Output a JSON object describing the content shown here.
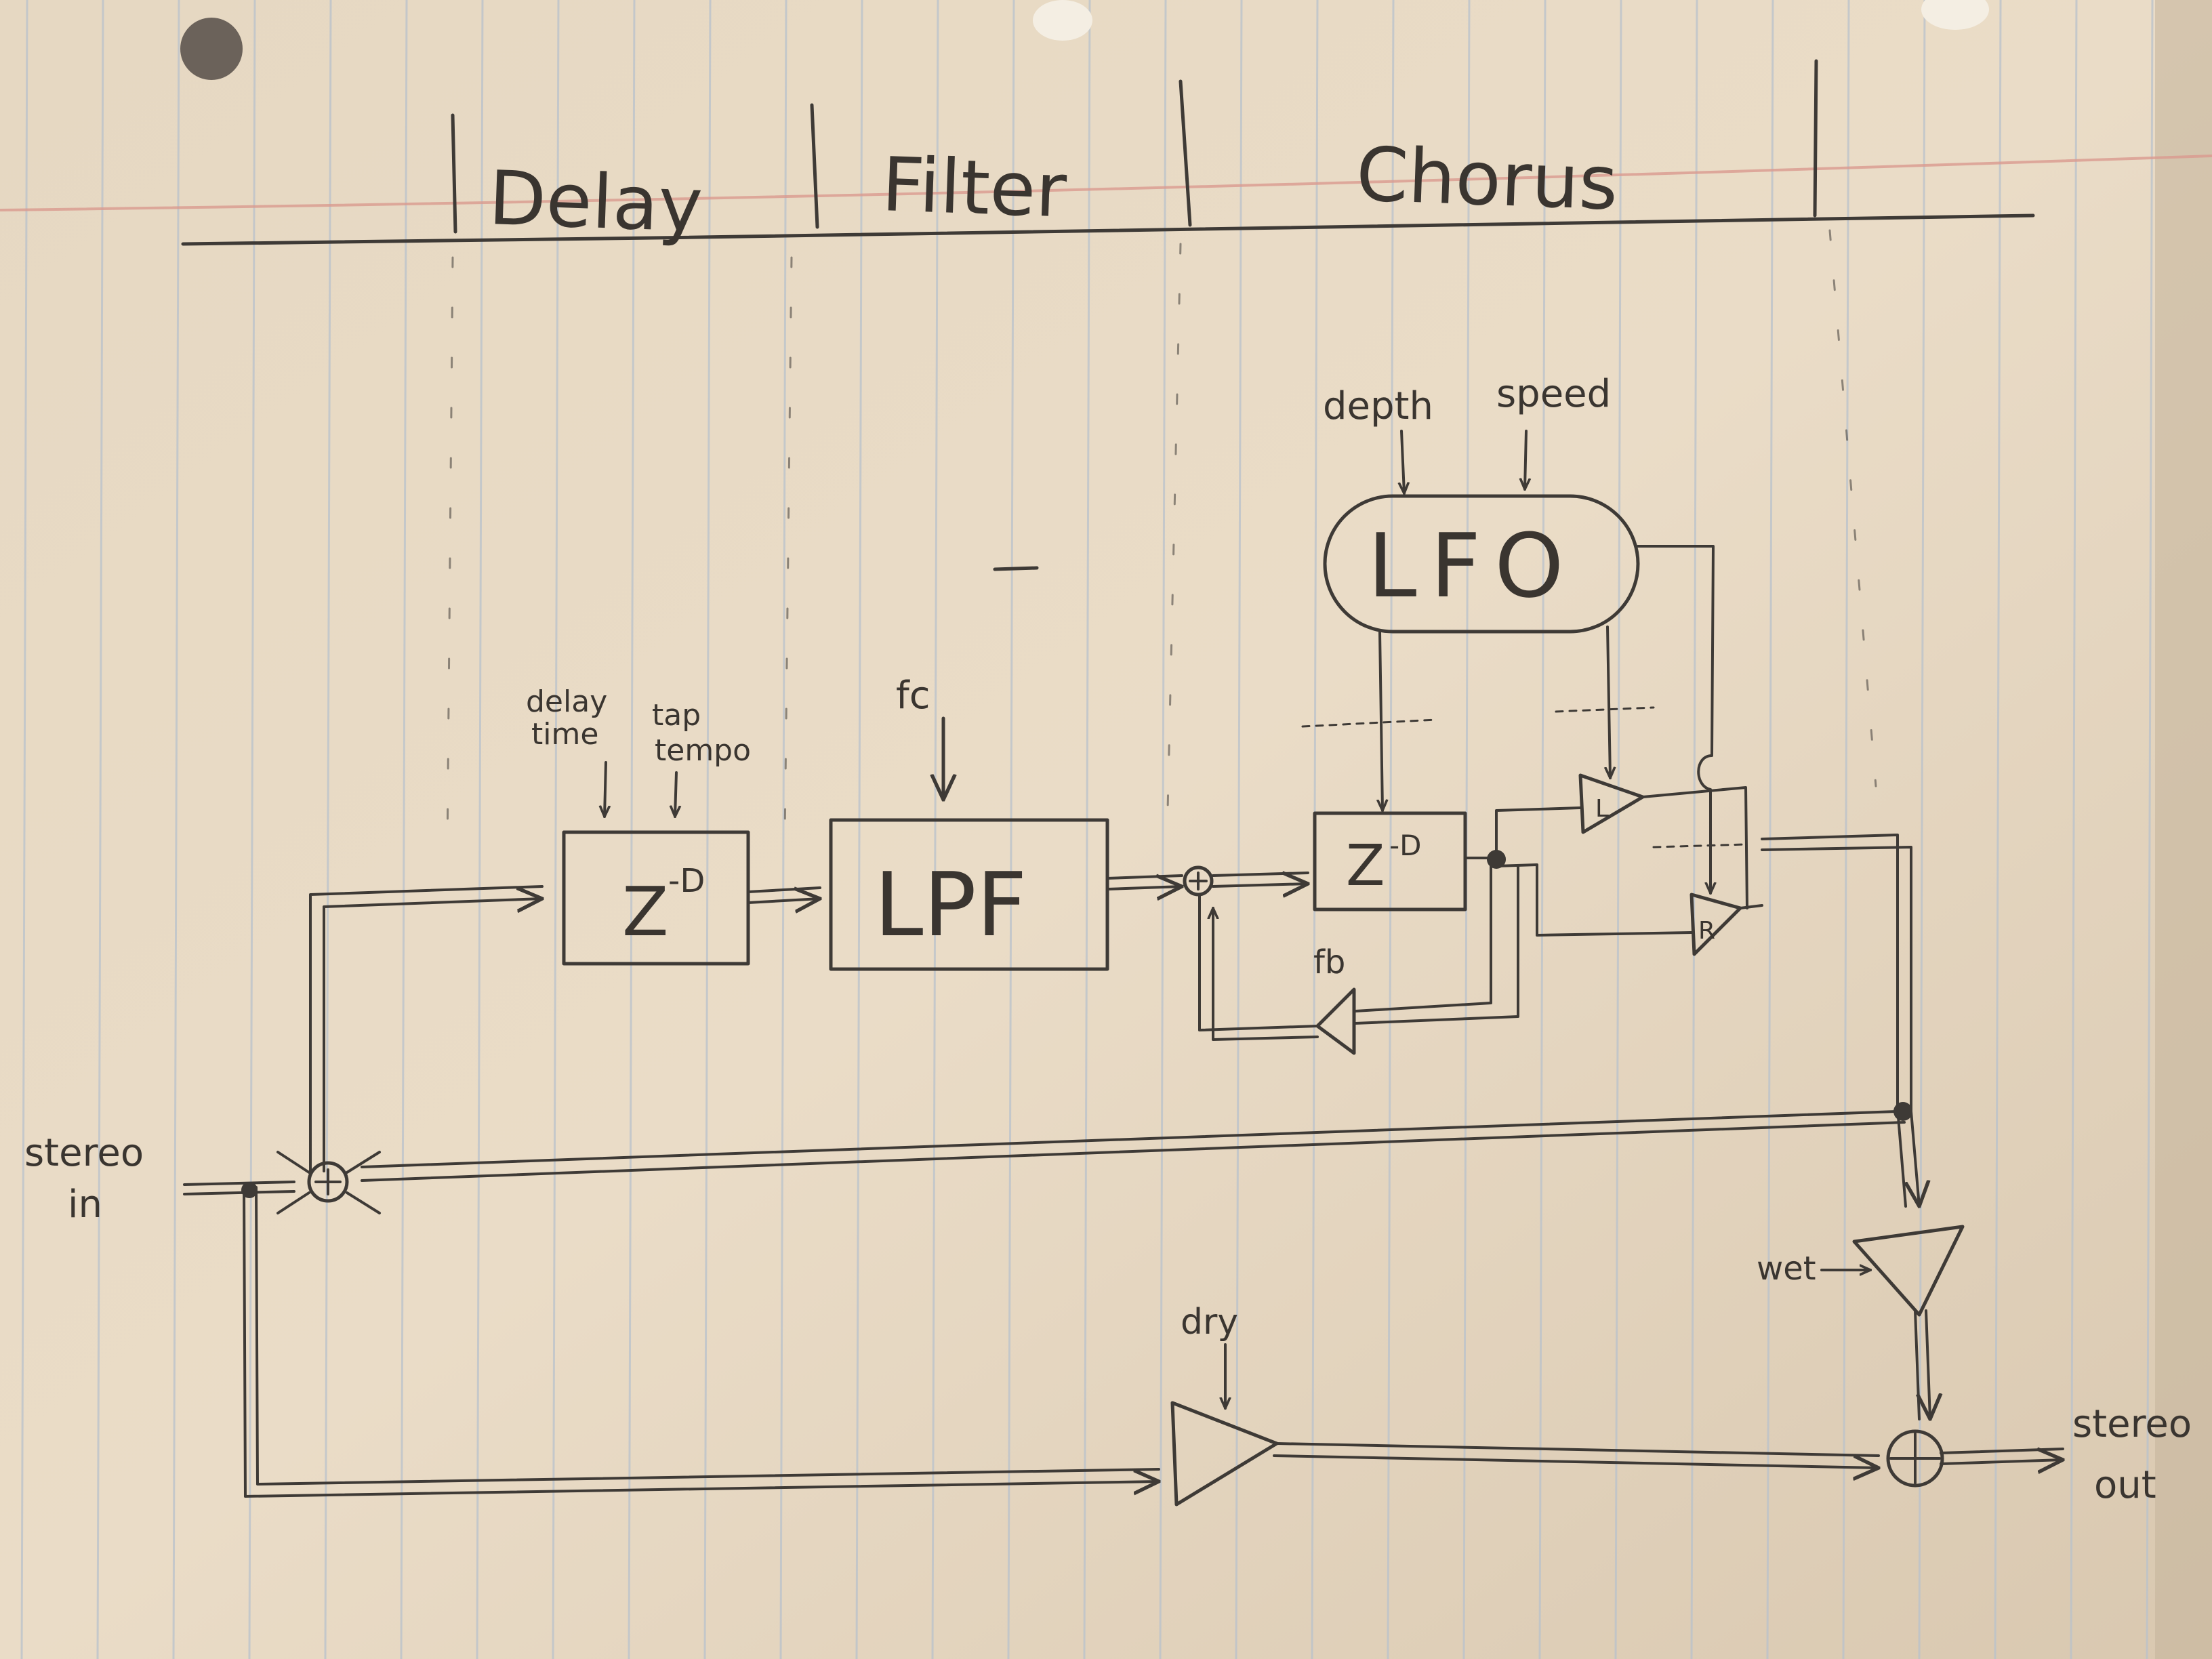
{
  "sections": {
    "delay": "Delay",
    "filter": "Filter",
    "chorus": "Chorus"
  },
  "blocks": {
    "delay_block": "Z",
    "delay_exponent": "-D",
    "lpf": "LPF",
    "chorus_delay": "Z",
    "chorus_delay_exponent": "-D",
    "lfo": "LFO",
    "left_gain": "L",
    "right_gain": "R"
  },
  "labels": {
    "delay_time_1": "delay",
    "delay_time_2": "time",
    "tap_tempo_1": "tap",
    "tap_tempo_2": "tempo",
    "fc": "fc",
    "depth": "depth",
    "speed": "speed",
    "fb": "fb",
    "stereo_in_1": "stereo",
    "stereo_in_2": "in",
    "wet": "wet",
    "dry": "dry",
    "stereo_out_1": "stereo",
    "stereo_out_2": "out"
  },
  "colors": {
    "paper": "#e9dcc6",
    "ink": "#3e3a36",
    "rule_line": "#b8c3cf",
    "margin_line": "#d99a8e"
  }
}
